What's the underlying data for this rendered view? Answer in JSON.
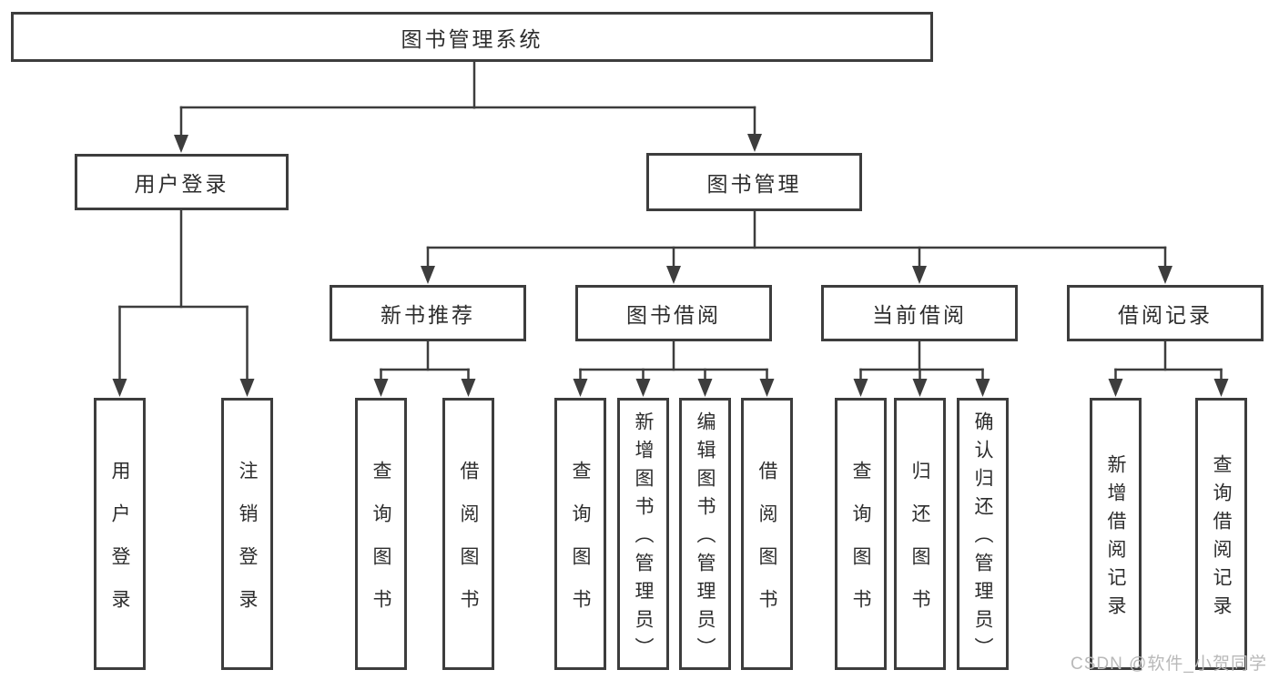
{
  "diagram": {
    "root": {
      "label": "图书管理系统"
    },
    "branches": [
      {
        "label": "用户登录",
        "children": [
          {
            "label": "用户登录"
          },
          {
            "label": "注销登录"
          }
        ]
      },
      {
        "label": "图书管理",
        "children": [
          {
            "label": "新书推荐",
            "children": [
              {
                "label": "查询图书"
              },
              {
                "label": "借阅图书"
              }
            ]
          },
          {
            "label": "图书借阅",
            "children": [
              {
                "label": "查询图书"
              },
              {
                "label": "新增图书（管理员）"
              },
              {
                "label": "编辑图书（管理员）"
              },
              {
                "label": "借阅图书"
              }
            ]
          },
          {
            "label": "当前借阅",
            "children": [
              {
                "label": "查询图书"
              },
              {
                "label": "归还图书"
              },
              {
                "label": "确认归还（管理员）"
              }
            ]
          },
          {
            "label": "借阅记录",
            "children": [
              {
                "label": "新增借阅记录"
              },
              {
                "label": "查询借阅记录"
              }
            ]
          }
        ]
      }
    ],
    "watermark": "CSDN @软件_小贺同学",
    "colors": {
      "line": "#3d3d3d",
      "text": "#2d2d2d",
      "background": "#ffffff",
      "watermark": "#b9b9b9"
    }
  }
}
